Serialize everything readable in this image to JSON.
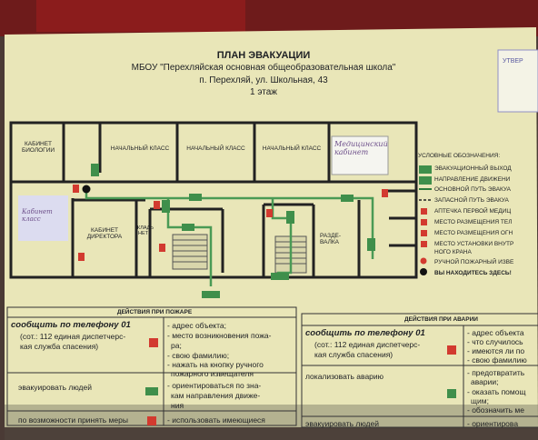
{
  "header": {
    "title": "ПЛАН ЭВАКУАЦИИ",
    "school": "МБОУ \"Перехляйская основная общеобразовательная школа\"",
    "address": "п. Перехляй, ул. Школьная, 43",
    "floor": "1 этаж"
  },
  "rooms": {
    "biology": "КАБИНЕТ БИОЛОГИИ",
    "primary1": "НАЧАЛЬНЫЙ КЛАСС",
    "primary2": "НАЧАЛЬНЫЙ КЛАСС",
    "primary3": "НАЧАЛЬНЫЙ КЛАСС",
    "medical": "Медицинский кабинет",
    "handwritten_left": "Кабинет класс",
    "director": "КАБИНЕТ ДИРЕКТОРА",
    "storage": "КЛАДЬ НЕТ",
    "cloakroom": "РАЗДЕ-ВАЛКА"
  },
  "legend": {
    "title": "УСЛОВНЫЕ ОБОЗНАЧЕНИЯ:",
    "items": [
      "ЭВАКУАЦИОННЫЙ ВЫХОД",
      "НАПРАВЛЕНИЕ ДВИЖЕНИ",
      "ОСНОВНОЙ ПУТЬ ЭВАКУА",
      "ЗАПАСНОЙ ПУТЬ ЭВАКУА",
      "АПТЕЧКА ПЕРВОЙ МЕДИЦ",
      "МЕСТО РАЗМЕЩЕНИЯ ТЕЛ",
      "МЕСТО РАЗМЕЩЕНИЯ ОГН",
      "МЕСТО УСТАНОВКИ ВНУТР",
      "НОГО КРАНА",
      "РУЧНОЙ ПОЖАРНЫЙ ИЗВЕ",
      "ВЫ НАХОДИТЕСЬ ЗДЕСЬ!"
    ]
  },
  "fire": {
    "title": "ДЕЙСТВИЯ ПРИ ПОЖАРЕ",
    "step1": "сообщить по телефону 01",
    "step1_note1": "(сот.: 112 единая диспетчерс-",
    "step1_note2": "кая служба спасения)",
    "r1": "- адрес объекта;",
    "r2": "- место возникновения пожа-",
    "r3": "ра;",
    "r4": "- свою фамилию;",
    "r5": "- нажать на кнопку ручного",
    "r6": "пожарного извещателя",
    "step2": "эвакуировать людей",
    "r7": "- ориентироваться по зна-",
    "r8": "кам направления движе-",
    "r9": "ния",
    "step3": "по возможности принять меры",
    "r10": "- использовать имеющиеся"
  },
  "accident": {
    "title": "ДЕЙСТВИЯ ПРИ АВАРИИ",
    "step1": "сообщить по телефону 01",
    "step1_note1": "(сот.: 112 единая диспетчерс-",
    "step1_note2": "кая служба спасения)",
    "r1": "- адрес объекта",
    "r2": "- что случилось",
    "r3": "- имеются ли по",
    "r4": "- свою фамилию",
    "step2": "локализовать аварию",
    "r5": "- предотвратить",
    "r6": "аварии;",
    "r7": "- оказать помощ",
    "r8": "щим;",
    "r9": "- обозначить ме",
    "step3": "эвакуировать людей",
    "r10": "- ориентирова"
  },
  "stamp": "УТВЕР"
}
